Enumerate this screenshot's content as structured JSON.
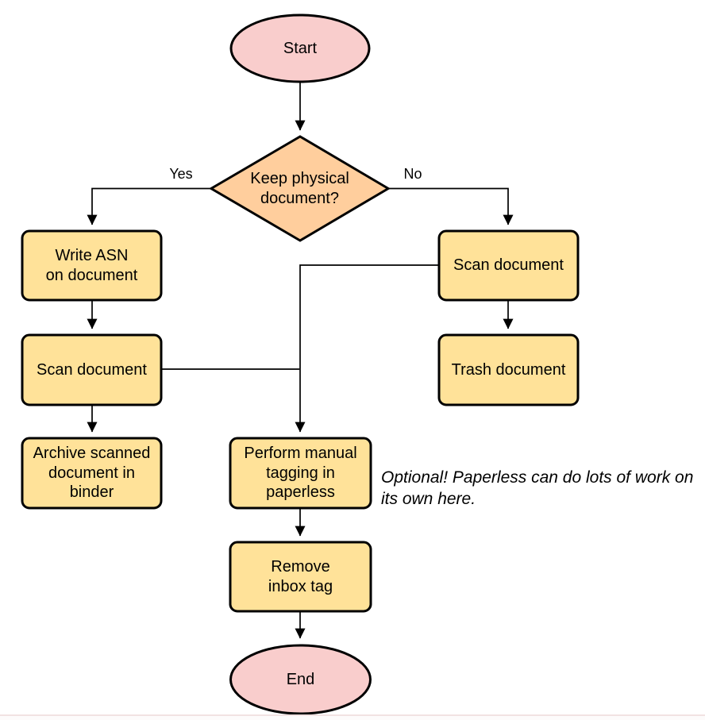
{
  "colors": {
    "terminal_fill": "#f9cdcc",
    "decision_fill": "#ffce9d",
    "process_fill": "#ffe299",
    "stroke": "#000000",
    "background": "#ffffff"
  },
  "nodes": {
    "start": "Start",
    "decision": "Keep physical\ndocument?",
    "write_asn": "Write ASN\non document",
    "scan_left": "Scan document",
    "archive": "Archive scanned\ndocument in\nbinder",
    "scan_right": "Scan document",
    "trash": "Trash document",
    "tagging": "Perform manual\ntagging in\npaperless",
    "remove_inbox": "Remove\ninbox tag",
    "end": "End"
  },
  "edge_labels": {
    "yes": "Yes",
    "no": "No"
  },
  "annotation": "Optional! Paperless can do lots of work on its own here."
}
